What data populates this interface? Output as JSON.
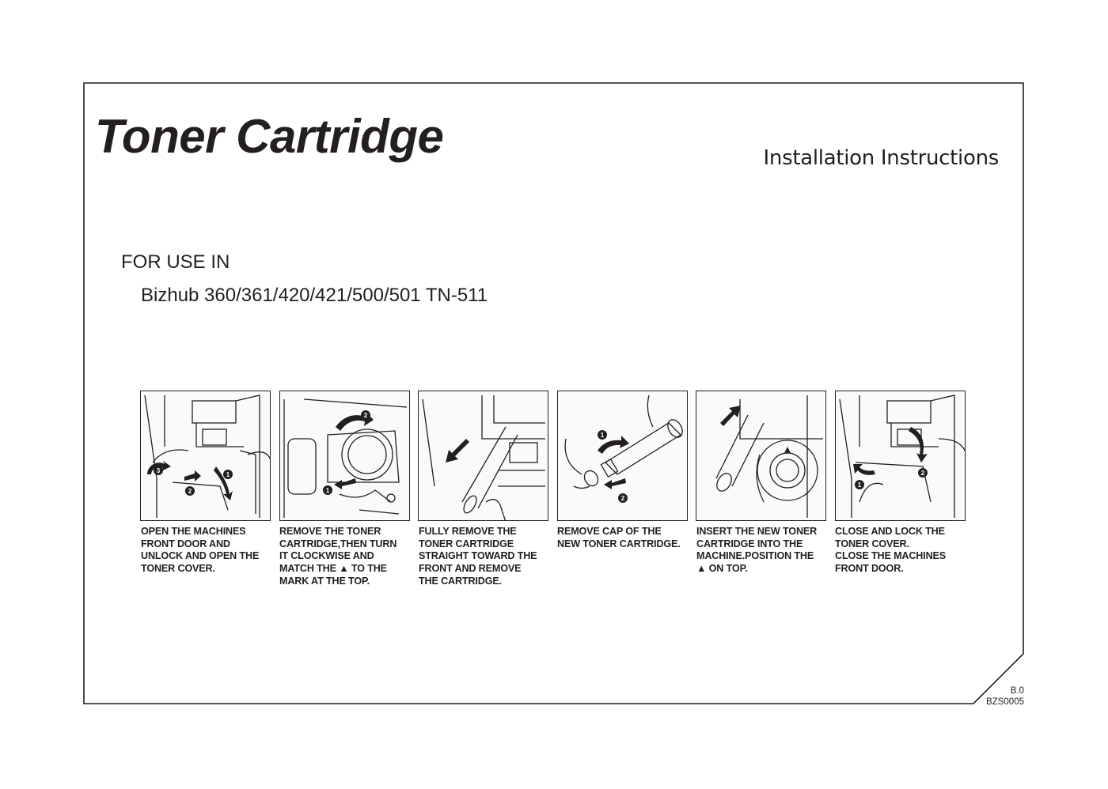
{
  "document": {
    "title": "Toner Cartridge",
    "subtitle": "Installation Instructions",
    "use_label": "FOR USE IN",
    "models": "Bizhub 360/361/420/421/500/501 TN-511"
  },
  "steps": [
    {
      "caption": "OPEN THE MACHINES\nFRONT DOOR AND\nUNLOCK AND OPEN THE\nTONER COVER."
    },
    {
      "caption": "REMOVE THE TONER\nCARTRIDGE,THEN TURN\nIT CLOCKWISE AND\nMATCH THE ▲ TO THE\nMARK AT THE TOP."
    },
    {
      "caption": "FULLY REMOVE THE\nTONER CARTRIDGE\nSTRAIGHT TOWARD THE\nFRONT AND REMOVE\nTHE CARTRIDGE."
    },
    {
      "caption": "REMOVE CAP OF THE\nNEW TONER CARTRIDGE."
    },
    {
      "caption": "INSERT THE NEW TONER\nCARTRIDGE INTO THE\nMACHINE.POSITION THE\n▲ ON TOP."
    },
    {
      "caption": "CLOSE AND LOCK THE\nTONER COVER.\nCLOSE THE MACHINES\nFRONT DOOR."
    }
  ],
  "footer": {
    "revision": "B.0",
    "code": "BZS0005"
  },
  "colors": {
    "ink": "#231f20",
    "paper": "#ffffff"
  },
  "icons": {
    "step_markers": [
      "number-circle-icon",
      "arrow-icon"
    ]
  }
}
